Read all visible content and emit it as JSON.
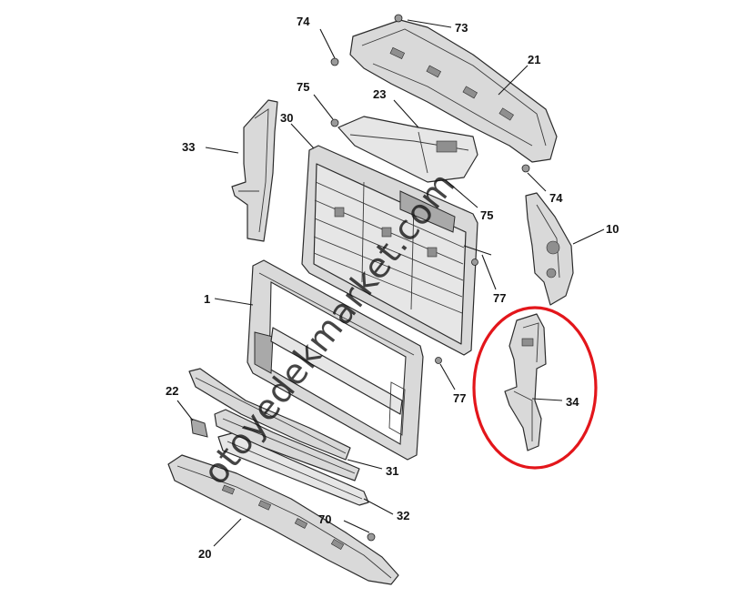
{
  "watermark": "otoyedekmarket.com",
  "colors": {
    "highlight": "#e3161b",
    "line": "#1a1a1a",
    "part_fill": "#d9d9d9"
  },
  "callouts": {
    "c74a": "74",
    "c73": "73",
    "c21": "21",
    "c75a": "75",
    "c23": "23",
    "c33": "33",
    "c30": "30",
    "c74b": "74",
    "c75b": "75",
    "c10": "10",
    "c77a": "77",
    "c1": "1",
    "c34": "34",
    "c77b": "77",
    "c22": "22",
    "c31": "31",
    "c32": "32",
    "c70": "70",
    "c20": "20"
  },
  "highlighted_part": "34"
}
